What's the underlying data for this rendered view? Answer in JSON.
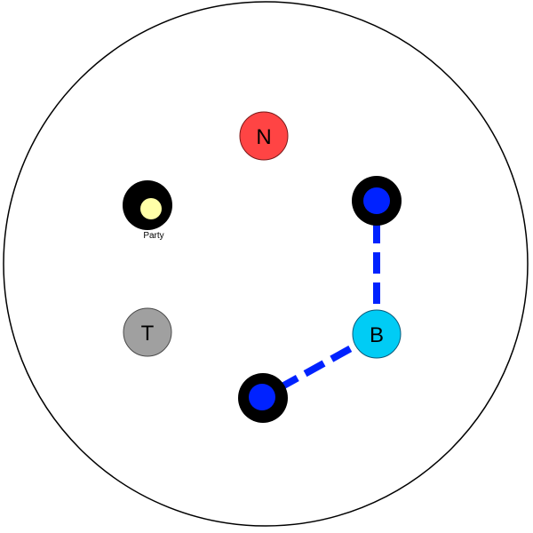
{
  "nodes": {
    "n": {
      "label": "N",
      "color": "#ff4444"
    },
    "t": {
      "label": "T",
      "color": "#a0a0a0"
    },
    "b": {
      "label": "B",
      "color": "#00ccf5"
    },
    "party": {
      "label": "Party",
      "ring_color": "#000000",
      "core_color": "#ffffa8"
    },
    "blue_top": {
      "ring_color": "#000000",
      "core_color": "#0022ff"
    },
    "blue_bottom": {
      "ring_color": "#000000",
      "core_color": "#0022ff"
    }
  },
  "connections": [
    {
      "from": "b",
      "to": "blue_top",
      "color": "#0022ff",
      "style": "dashed"
    },
    {
      "from": "b",
      "to": "blue_bottom",
      "color": "#0022ff",
      "style": "dashed"
    }
  ]
}
